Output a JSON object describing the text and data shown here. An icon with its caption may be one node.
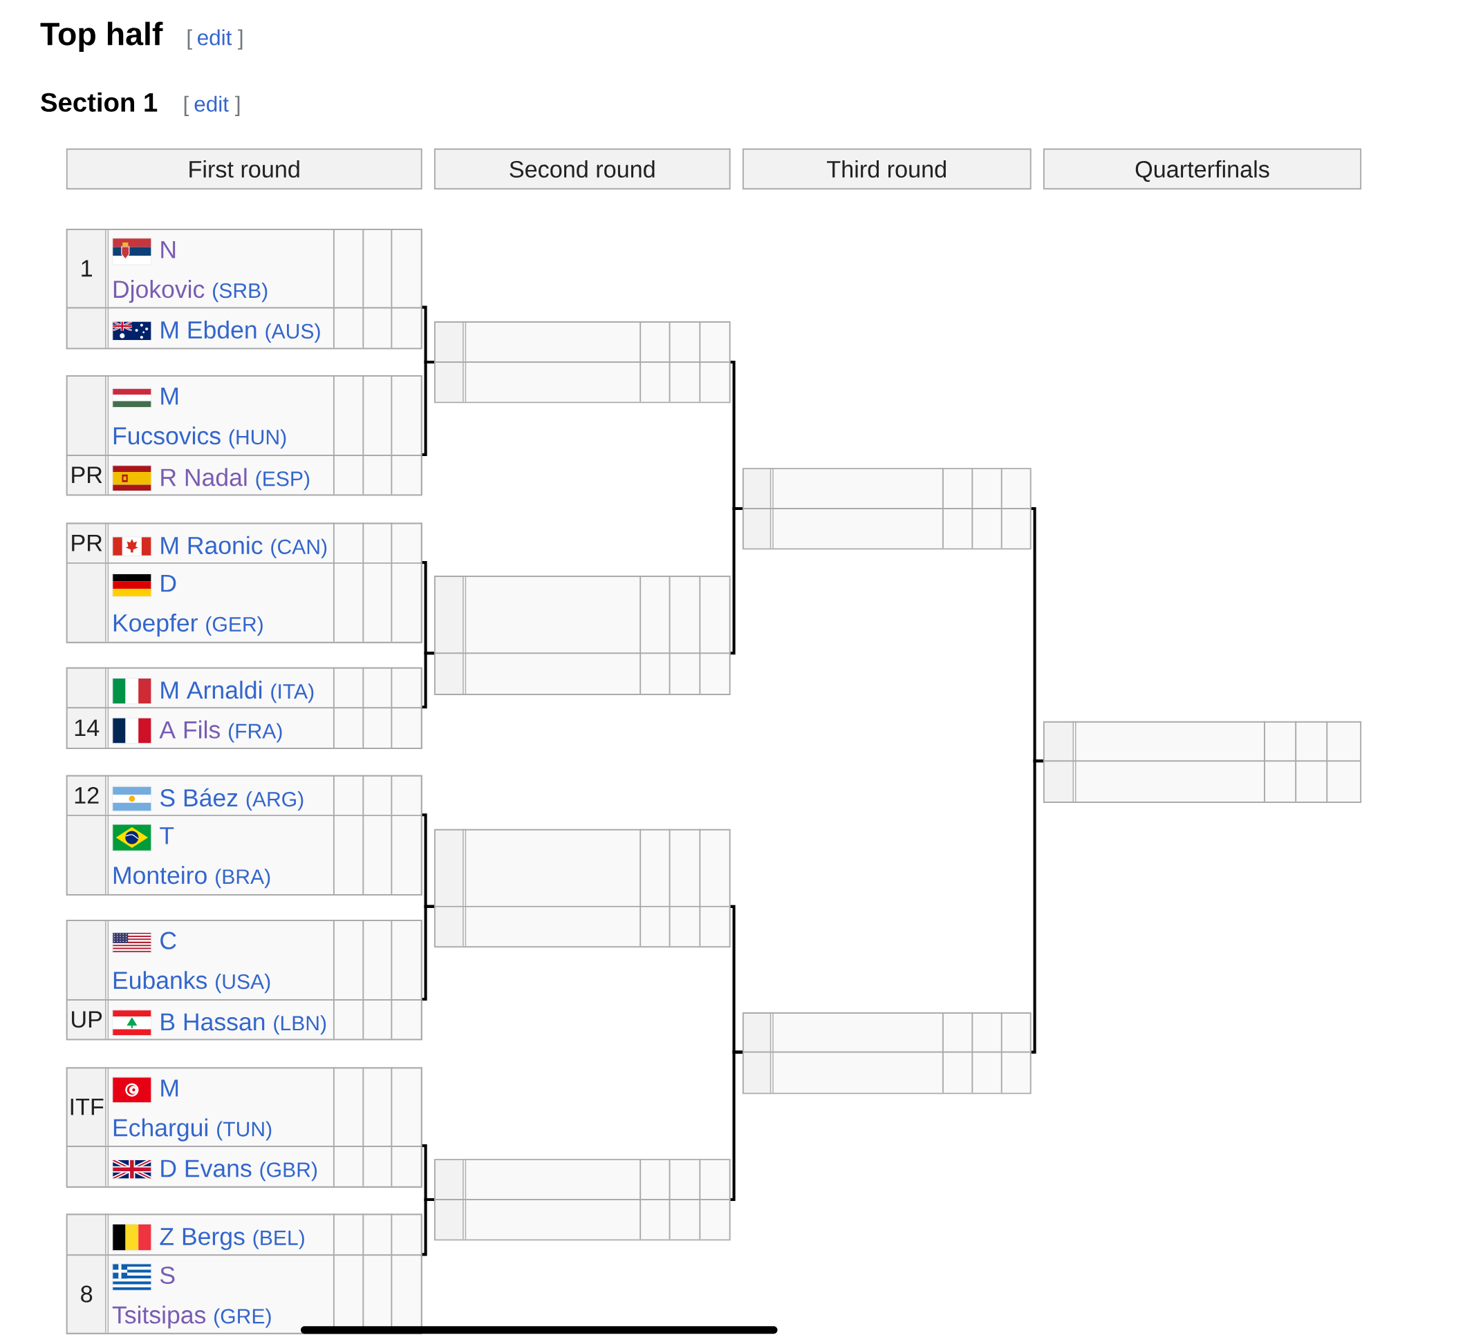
{
  "diagram": {
    "title": "Top half",
    "nodes": [
      {
        "text": [
          "First round"
        ]
      },
      {
        "text": [
          "Second round"
        ]
      },
      {
        "text": [
          "Third round"
        ]
      },
      {
        "text": [
          "Quarterfinals"
        ]
      },
      {
        "text": [],
        "shape": "box"
      },
      {
        "text": [
          "1",
          "N Djokovic",
          "(SRB)"
        ],
        "in": 4
      },
      {
        "text": [
          "M Ebden",
          "(AUS)"
        ],
        "in": 4
      },
      {
        "text": [],
        "shape": "box"
      },
      {
        "text": [
          "M Fucsovics",
          "(HUN)"
        ],
        "in": 7
      },
      {
        "text": [
          "PR",
          "R Nadal",
          "(ESP)"
        ],
        "in": 7
      },
      {
        "text": [],
        "shape": "box"
      },
      {
        "text": [
          "PR",
          "M Raonic",
          "(CAN)"
        ],
        "in": 10
      },
      {
        "text": [
          "D Koepfer",
          "(GER)"
        ],
        "in": 10
      },
      {
        "text": [],
        "shape": "box"
      },
      {
        "text": [
          "M Arnaldi",
          "(ITA)"
        ],
        "in": 13
      },
      {
        "text": [
          "14",
          "A Fils",
          "(FRA)"
        ],
        "in": 13
      },
      {
        "text": [],
        "shape": "box"
      },
      {
        "text": [
          "12",
          "S Báez",
          "(ARG)"
        ],
        "in": 16
      },
      {
        "text": [
          "T Monteiro",
          "(BRA)"
        ],
        "in": 16
      },
      {
        "text": [],
        "shape": "box"
      },
      {
        "text": [
          "C Eubanks",
          "(USA)"
        ],
        "in": 19
      },
      {
        "text": [
          "UP",
          "B Hassan",
          "(LBN)"
        ],
        "in": 19
      },
      {
        "text": [],
        "shape": "box"
      },
      {
        "text": [
          "ITF",
          "M Echargui",
          "(TUN)"
        ],
        "in": 22
      },
      {
        "text": [
          "D Evans",
          "(GBR)"
        ],
        "in": 22
      },
      {
        "text": [],
        "shape": "box"
      },
      {
        "text": [
          "Z Bergs",
          "(BEL)"
        ],
        "in": 25
      },
      {
        "text": [
          "8",
          "S Tsitsipas",
          "(GRE)"
        ],
        "in": 25
      },
      {
        "text": [],
        "shape": "box"
      },
      {
        "text": [],
        "shape": "box"
      },
      {
        "text": [],
        "shape": "box"
      },
      {
        "text": [],
        "shape": "box"
      },
      {
        "text": [],
        "shape": "box"
      },
      {
        "text": [],
        "shape": "box"
      },
      {
        "text": [],
        "shape": "box"
      }
    ],
    "edges": [
      {
        "from": 4,
        "to": 28,
        "arrow": "none"
      },
      {
        "from": 7,
        "to": 28,
        "arrow": "none"
      },
      {
        "from": 10,
        "to": 29,
        "arrow": "none"
      },
      {
        "from": 13,
        "to": 29,
        "arrow": "none"
      },
      {
        "from": 16,
        "to": 30,
        "arrow": "none"
      },
      {
        "from": 19,
        "to": 30,
        "arrow": "none"
      },
      {
        "from": 22,
        "to": 31,
        "arrow": "none"
      },
      {
        "from": 25,
        "to": 31,
        "arrow": "none"
      },
      {
        "from": 28,
        "to": 32,
        "arrow": "none"
      },
      {
        "from": 29,
        "to": 32,
        "arrow": "none"
      },
      {
        "from": 30,
        "to": 33,
        "arrow": "none"
      },
      {
        "from": 31,
        "to": 33,
        "arrow": "none"
      },
      {
        "from": 32,
        "to": 34,
        "arrow": "none"
      },
      {
        "from": 33,
        "to": 34,
        "arrow": "none"
      }
    ],
    "labels": [
      "[",
      "edit",
      "]",
      "Section 1",
      "[",
      "edit",
      "]"
    ]
  }
}
